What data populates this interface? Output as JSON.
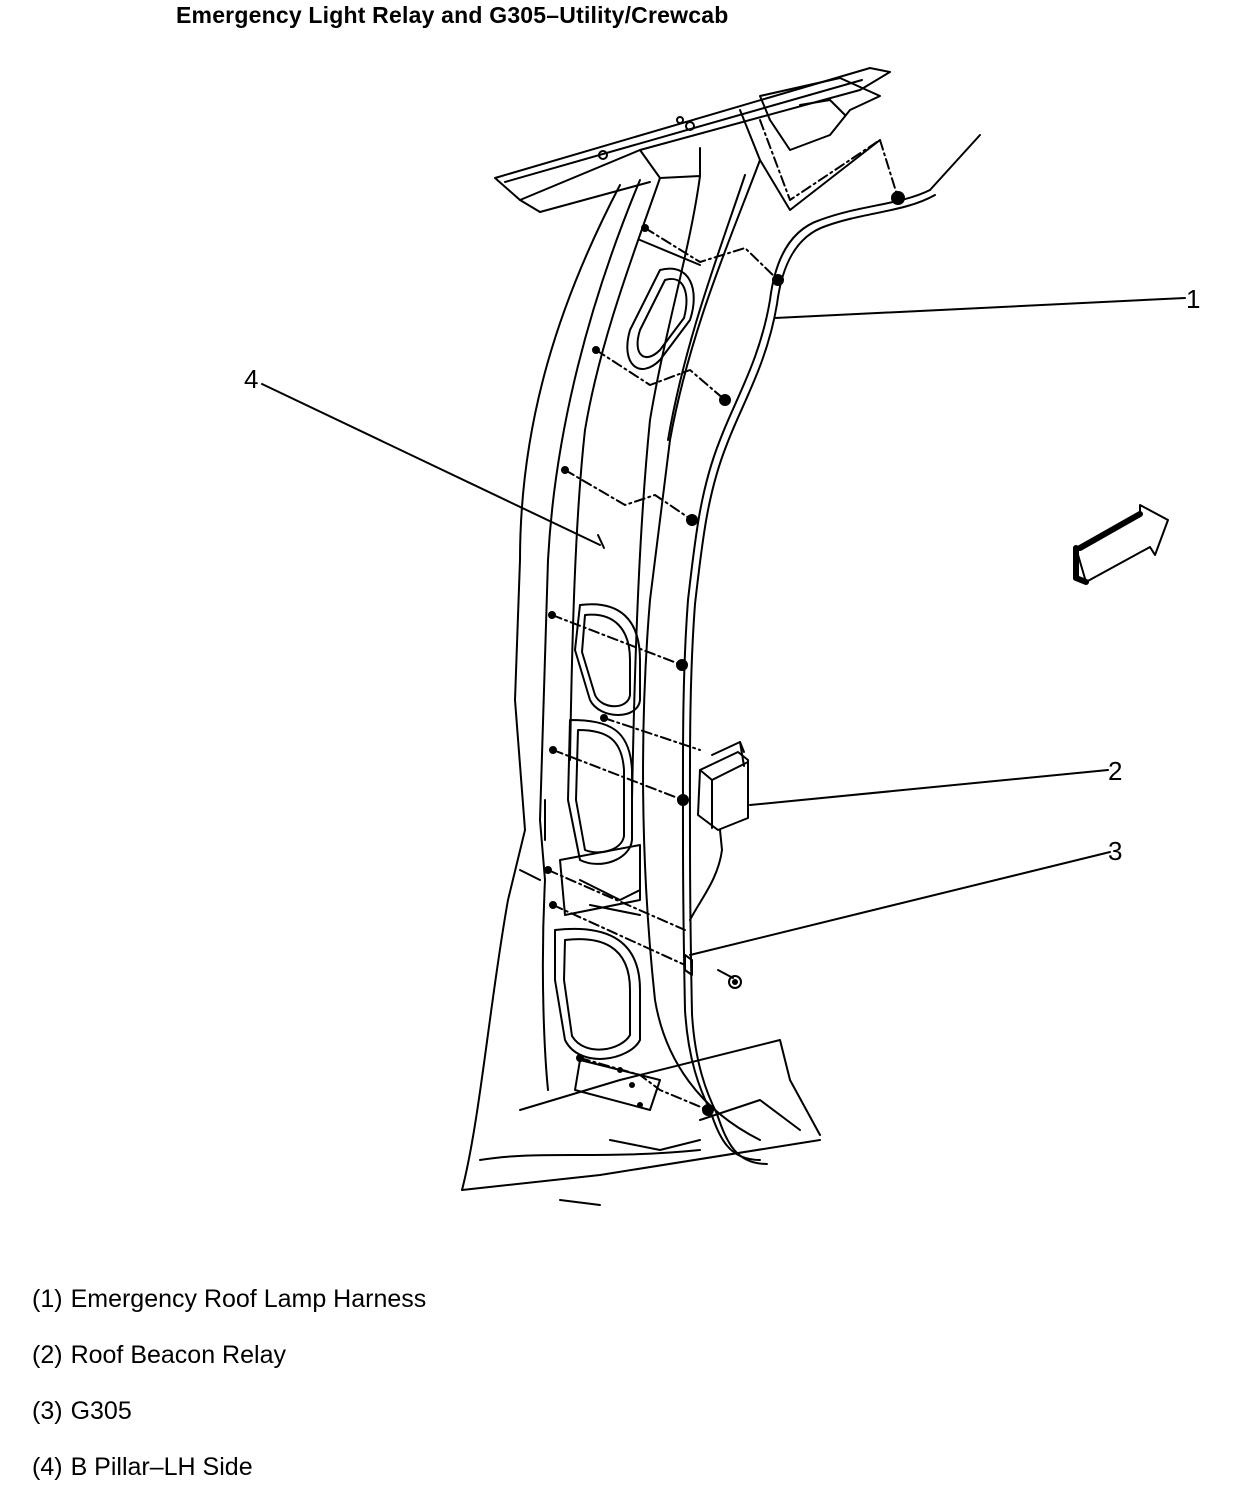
{
  "title": "Emergency Light Relay and G305–Utility/Crewcab",
  "callouts": [
    "1",
    "2",
    "3",
    "4"
  ],
  "legend": [
    {
      "num": "(1)",
      "label": "Emergency Roof Lamp Harness"
    },
    {
      "num": "(2)",
      "label": "Roof Beacon Relay"
    },
    {
      "num": "(3)",
      "label": "G305"
    },
    {
      "num": "(4)",
      "label": "B Pillar–LH Side"
    }
  ]
}
